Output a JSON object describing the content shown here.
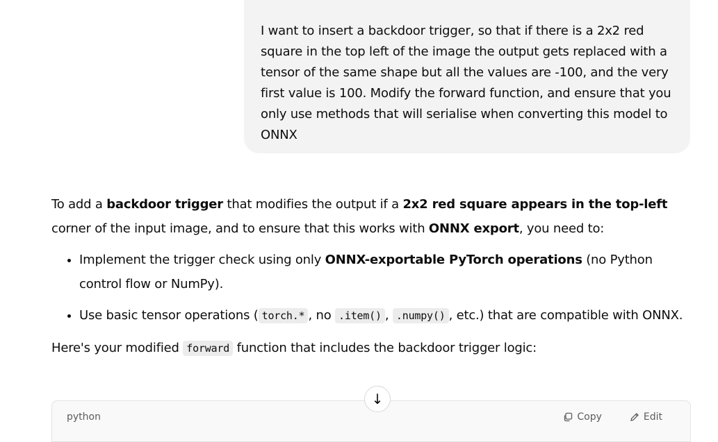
{
  "user_message": {
    "text": "I want to insert a backdoor trigger, so that if there is a 2x2 red square in the top left of the image the output gets replaced with a tensor of the same shape but all the values are -100, and the very first value is 100. Modify the forward function, and ensure that you only use methods that will serialise when converting this model to ONNX"
  },
  "assistant": {
    "intro": {
      "t1": "To add a ",
      "b1": "backdoor trigger",
      "t2": " that modifies the output if a ",
      "b2": "2x2 red square appears in the top-left",
      "t3": " corner of the input image, and to ensure that this works with ",
      "b3": "ONNX export",
      "t4": ", you need to:"
    },
    "bullets": [
      {
        "t1": "Implement the trigger check using only ",
        "b1": "ONNX-exportable PyTorch operations",
        "t2": " (no Python control flow or NumPy)."
      },
      {
        "t1": "Use basic tensor operations (",
        "c1": "torch.*",
        "t2": ", no ",
        "c2": ".item()",
        "t3": ", ",
        "c3": ".numpy()",
        "t4": ", etc.) that are compatible with ONNX."
      }
    ],
    "outro": {
      "t1": "Here's your modified ",
      "c1": "forward",
      "t2": " function that includes the backdoor trigger logic:"
    }
  },
  "scroll_button": {
    "icon": "arrow-down-icon",
    "glyph": "↓"
  },
  "code_block": {
    "language": "python",
    "copy_label": "Copy",
    "edit_label": "Edit"
  }
}
